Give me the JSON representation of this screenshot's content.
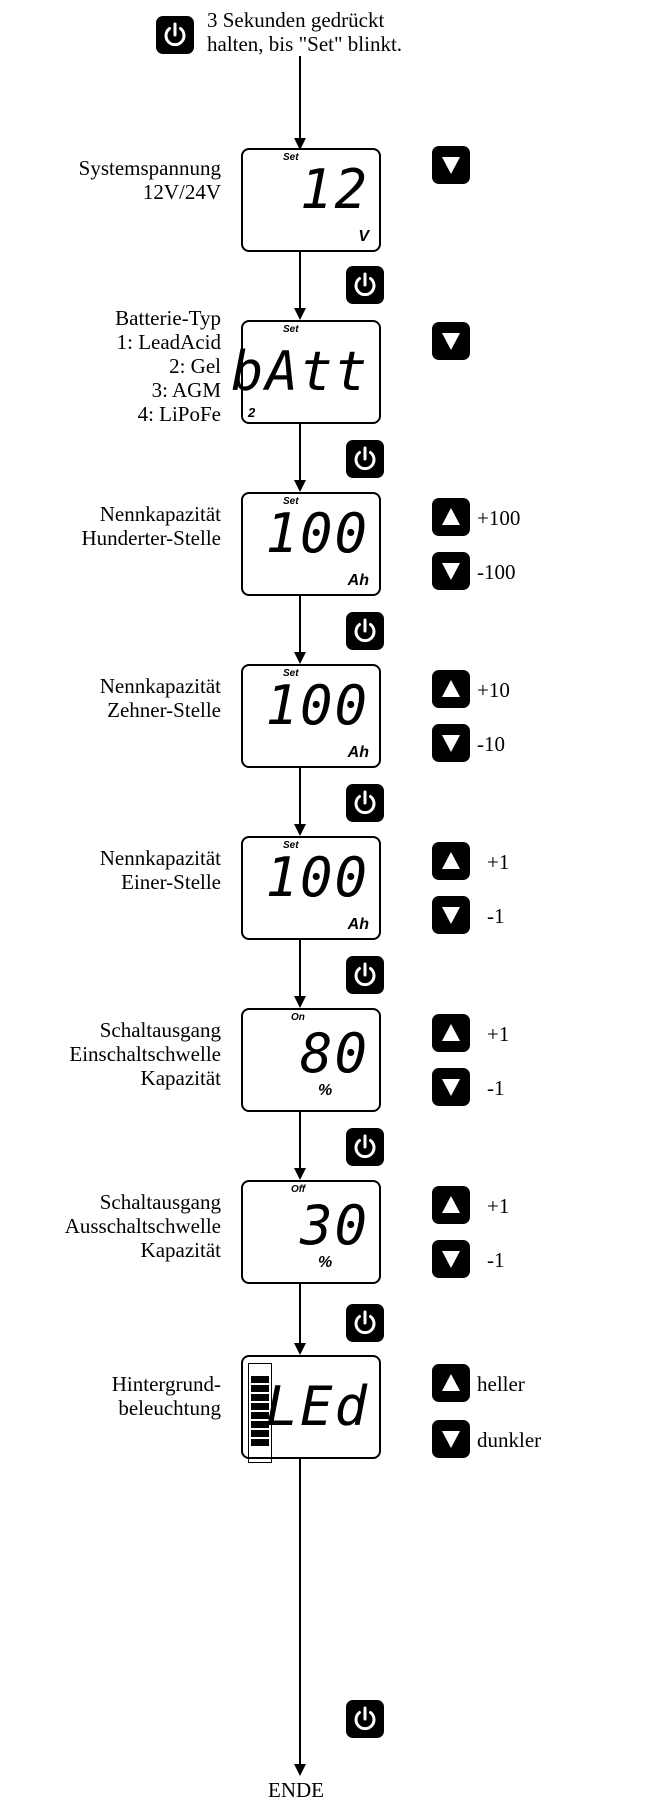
{
  "start": {
    "text": "3 Sekunden gedrückt\nhalten, bis \"Set\" blinkt."
  },
  "steps": [
    {
      "label": "Systemspannung\n12V/24V",
      "indicator": "Set",
      "value": "12",
      "unit": "V",
      "number": "",
      "buttons": [
        {
          "type": "down",
          "label": ""
        }
      ]
    },
    {
      "label": "Batterie-Typ\n1: LeadAcid\n2: Gel\n3: AGM\n4: LiPoFe",
      "indicator": "Set",
      "value": "bAtt",
      "unit": "",
      "number": "2",
      "buttons": [
        {
          "type": "down",
          "label": ""
        }
      ]
    },
    {
      "label": "Nennkapazität\nHunderter-Stelle",
      "indicator": "Set",
      "value": "100",
      "unit": "Ah",
      "number": "",
      "buttons": [
        {
          "type": "up",
          "label": "+100"
        },
        {
          "type": "down",
          "label": "-100"
        }
      ]
    },
    {
      "label": "Nennkapazität\nZehner-Stelle",
      "indicator": "Set",
      "value": "100",
      "unit": "Ah",
      "number": "",
      "buttons": [
        {
          "type": "up",
          "label": "+10"
        },
        {
          "type": "down",
          "label": "-10"
        }
      ]
    },
    {
      "label": "Nennkapazität\nEiner-Stelle",
      "indicator": "Set",
      "value": "100",
      "unit": "Ah",
      "number": "",
      "buttons": [
        {
          "type": "up",
          "label": "+1"
        },
        {
          "type": "down",
          "label": "-1"
        }
      ]
    },
    {
      "label": "Schaltausgang\nEinschaltschwelle\nKapazität",
      "indicator": "On",
      "value": "80",
      "unit": "%",
      "number": "",
      "buttons": [
        {
          "type": "up",
          "label": "+1"
        },
        {
          "type": "down",
          "label": "-1"
        }
      ]
    },
    {
      "label": "Schaltausgang\nAusschaltschwelle\nKapazität",
      "indicator": "Off",
      "value": "30",
      "unit": "%",
      "number": "",
      "buttons": [
        {
          "type": "up",
          "label": "+1"
        },
        {
          "type": "down",
          "label": "-1"
        }
      ]
    },
    {
      "label": "Hintergrund-\nbeleuchtung",
      "indicator": "",
      "value": "LEd",
      "unit": "",
      "number": "",
      "buttons": [
        {
          "type": "up",
          "label": "heller"
        },
        {
          "type": "down",
          "label": "dunkler"
        }
      ]
    }
  ],
  "end": {
    "text": "ENDE"
  },
  "icons": {
    "power": "power-icon",
    "up": "triangle-up-icon",
    "down": "triangle-down-icon"
  }
}
